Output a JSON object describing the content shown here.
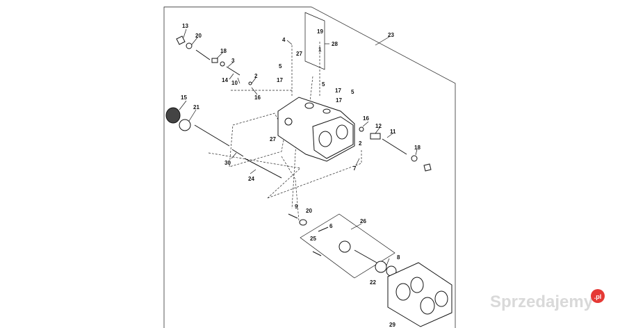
{
  "callouts": {
    "c13": "13",
    "c20a": "20",
    "c18a": "18",
    "c3": "3",
    "c14": "14",
    "c10": "10",
    "c2a": "2",
    "c16a": "16",
    "c4": "4",
    "c27a": "27",
    "c19": "19",
    "c1": "1",
    "c28": "28",
    "c23": "23",
    "c5a": "5",
    "c17a": "17",
    "c5b": "5",
    "c17b": "17",
    "c5c": "5",
    "c17c": "17",
    "c15": "15",
    "c21": "21",
    "c16b": "16",
    "c12": "12",
    "c2b": "2",
    "c11": "11",
    "c18b": "18",
    "c27b": "27",
    "c7": "7",
    "c30": "30",
    "c24": "24",
    "c9": "9",
    "c20b": "20",
    "c26": "26",
    "c6": "6",
    "c25": "25",
    "c8": "8",
    "c22": "22",
    "c29": "29"
  },
  "watermark": {
    "text": "Sprzedajemy",
    "suffix": ".pl",
    "badge_color": "#e53935"
  }
}
